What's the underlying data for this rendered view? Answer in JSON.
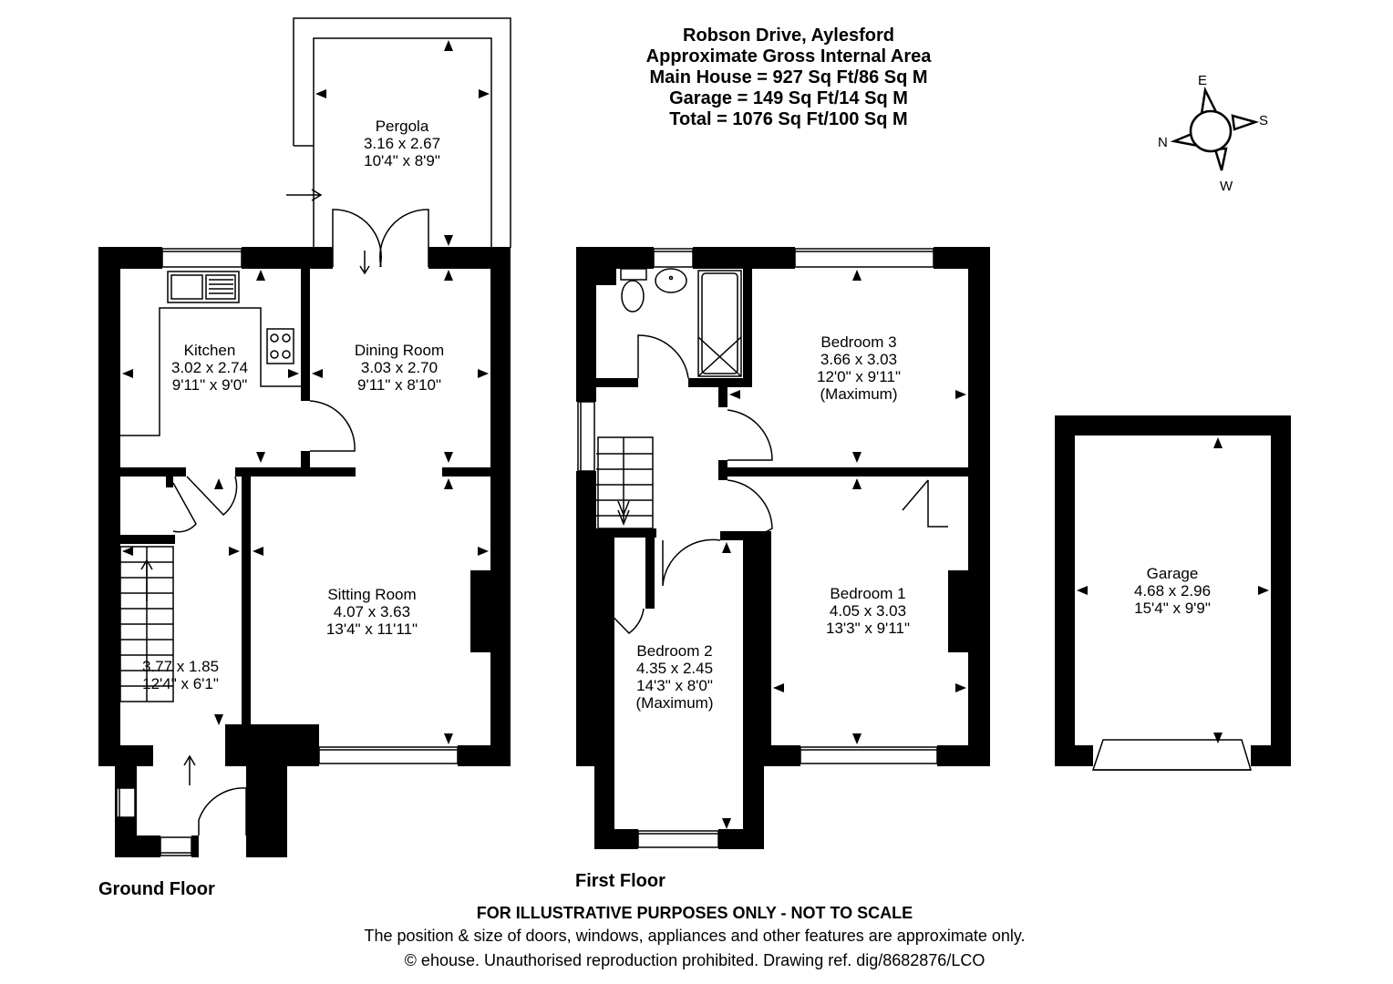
{
  "header": {
    "title": "Robson Drive, Aylesford",
    "subtitle": "Approximate Gross Internal Area",
    "main_house": "Main House = 927 Sq Ft/86 Sq M",
    "garage": "Garage = 149 Sq Ft/14 Sq M",
    "total": "Total = 1076 Sq Ft/100 Sq M"
  },
  "compass": {
    "icon": "compass-rose-icon",
    "labels": {
      "top": "E",
      "right": "S",
      "left": "N",
      "bottom": "W"
    }
  },
  "ground_floor": {
    "label": "Ground Floor",
    "rooms": [
      {
        "name": "Pergola",
        "metric": "3.16 x 2.67",
        "imperial": "10'4\" x 8'9\"",
        "note": ""
      },
      {
        "name": "Kitchen",
        "metric": "3.02 x 2.74",
        "imperial": "9'11\" x 9'0\"",
        "note": ""
      },
      {
        "name": "Dining Room",
        "metric": "3.03 x 2.70",
        "imperial": "9'11\" x 8'10\"",
        "note": ""
      },
      {
        "name": "Sitting Room",
        "metric": "4.07 x 3.63",
        "imperial": "13'4\" x 11'11\"",
        "note": ""
      },
      {
        "name": "",
        "metric": "3.77 x 1.85",
        "imperial": "12'4\" x 6'1\"",
        "note": ""
      }
    ]
  },
  "first_floor": {
    "label": "First Floor",
    "rooms": [
      {
        "name": "Bedroom 3",
        "metric": "3.66 x 3.03",
        "imperial": "12'0\" x 9'11\"",
        "note": "(Maximum)"
      },
      {
        "name": "Bedroom 1",
        "metric": "4.05 x 3.03",
        "imperial": "13'3\" x 9'11\"",
        "note": ""
      },
      {
        "name": "Bedroom 2",
        "metric": "4.35 x 2.45",
        "imperial": "14'3\" x 8'0\"",
        "note": "(Maximum)"
      }
    ]
  },
  "garage": {
    "rooms": [
      {
        "name": "Garage",
        "metric": "4.68 x 2.96",
        "imperial": "15'4\" x 9'9\"",
        "note": ""
      }
    ]
  },
  "footer": {
    "disclaimer": "FOR ILLUSTRATIVE PURPOSES ONLY - NOT TO SCALE",
    "note": "The position & size of doors, windows, appliances and other features are approximate only.",
    "copyright": "© ehouse. Unauthorised reproduction prohibited. Drawing ref. dig/8682876/LCO"
  },
  "colors": {
    "wall": "#000000",
    "background": "#ffffff"
  }
}
